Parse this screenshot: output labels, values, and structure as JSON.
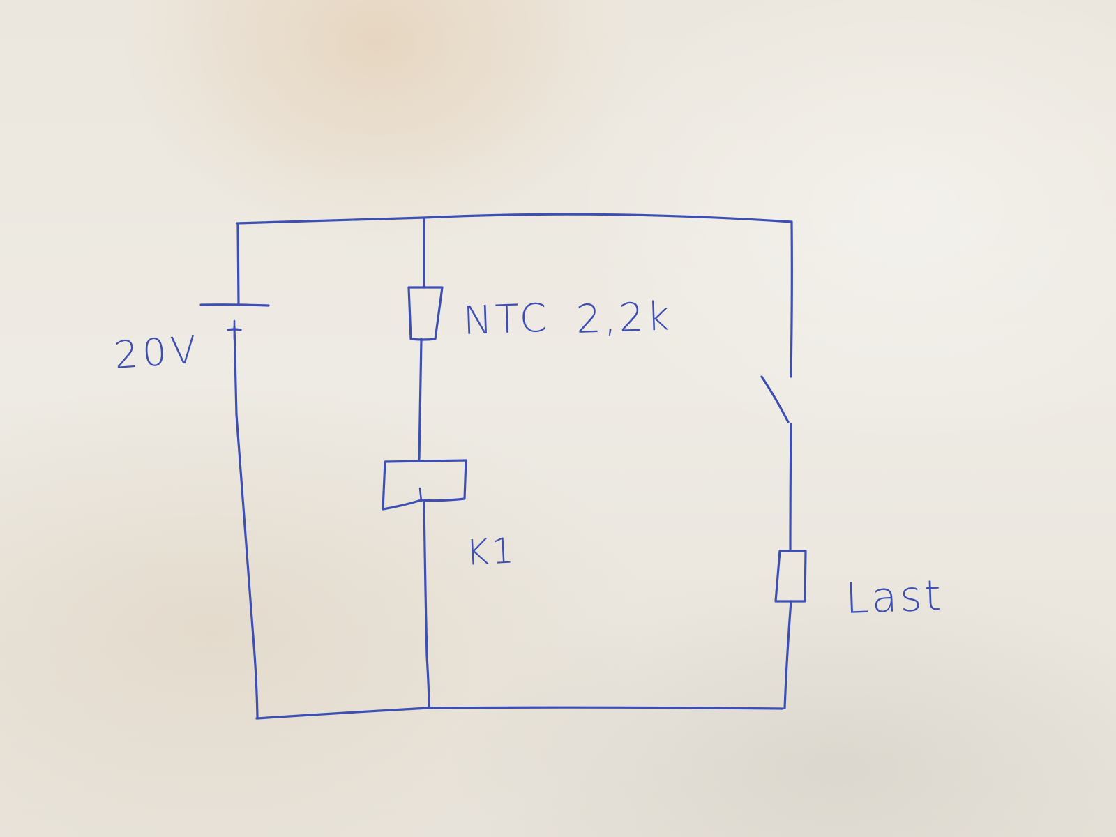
{
  "colors": {
    "ink": "#3d4fb3",
    "paper": "#ece7de"
  },
  "labels": {
    "source_voltage": "20V",
    "ntc": "NTC",
    "ntc_value": "2,2k",
    "relay": "K1",
    "load": "Last"
  }
}
